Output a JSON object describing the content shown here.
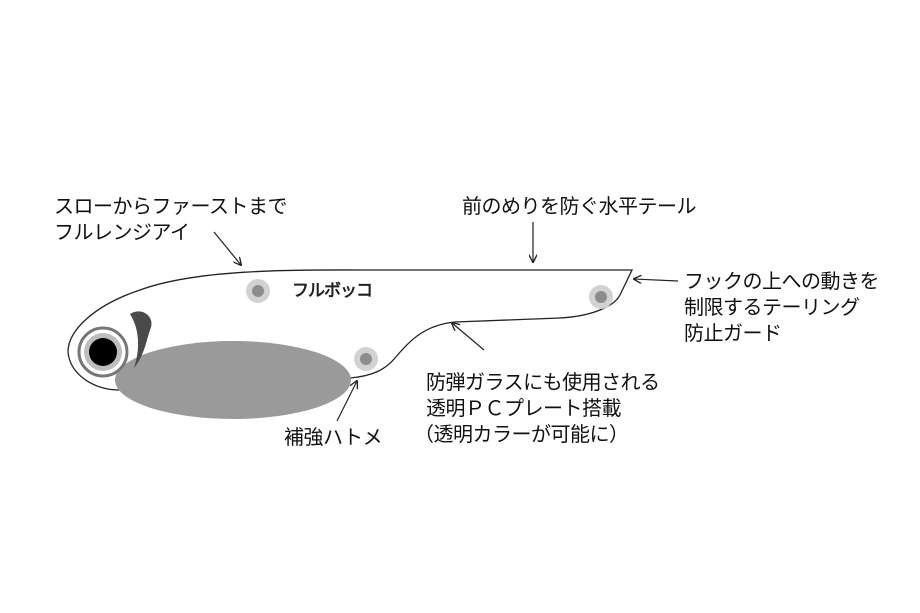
{
  "lure": {
    "brand_text": "フルボッコ",
    "colors": {
      "outline": "#222222",
      "belly": "#9a9a9a",
      "eyelet_outer": "#d2d2d2",
      "eyelet_inner": "#8c8c8c",
      "eye": "#000000"
    }
  },
  "annotations": {
    "range": {
      "lines": [
        "スローからファーストまで",
        "フルレンジアイ"
      ]
    },
    "tail": {
      "lines": [
        "前のめりを防ぐ水平テール"
      ]
    },
    "guard": {
      "lines": [
        "フックの上への動きを",
        "制限するテーリング",
        "防止ガード"
      ]
    },
    "plate": {
      "lines": [
        "防弾ガラスにも使用される",
        "透明ＰＣプレート搭載",
        "（透明カラーが可能に）"
      ]
    },
    "grommet": {
      "lines": [
        "補強ハトメ"
      ]
    }
  }
}
